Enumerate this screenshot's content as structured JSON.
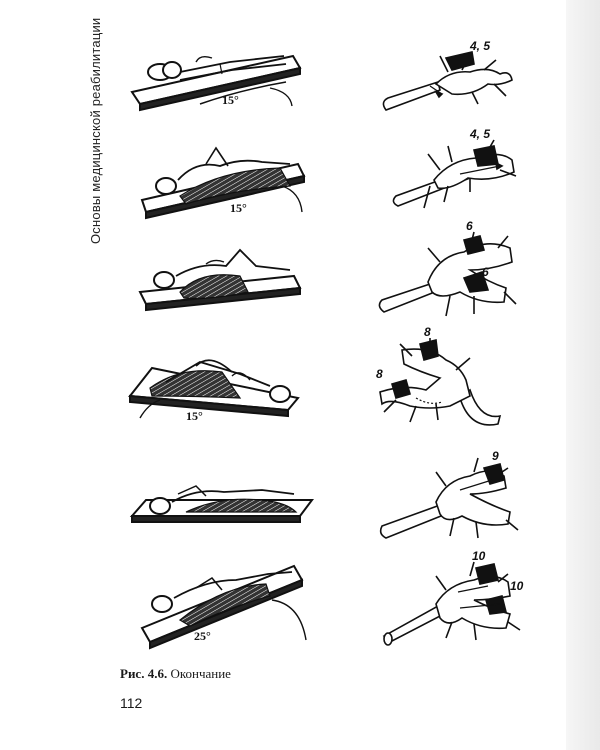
{
  "running_head": "Основы медицинской реабилитации",
  "caption": {
    "number": "Рис. 4.6.",
    "text": "Окончание"
  },
  "page_number": "112",
  "angles": {
    "a1": "15°",
    "a2": "15°",
    "a4": "15°",
    "a6": "25°"
  },
  "segment_labels": {
    "r1": "4, 5",
    "r2": "4, 5",
    "r3a": "6",
    "r3b": "6",
    "r4a": "8",
    "r4b": "8",
    "r5": "9",
    "r6a": "10",
    "r6b": "10"
  }
}
